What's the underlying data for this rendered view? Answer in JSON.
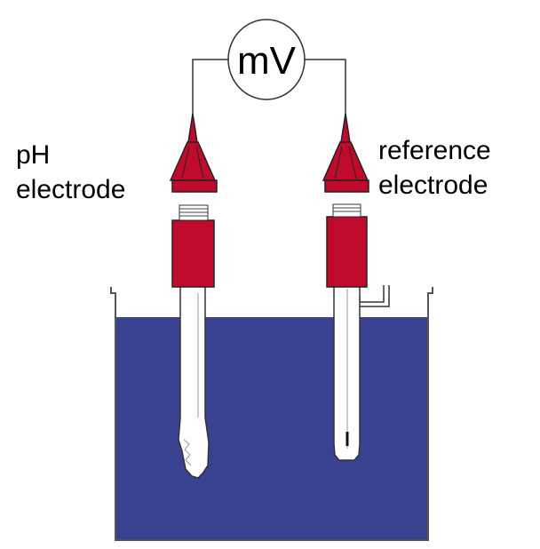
{
  "meter": {
    "label": "mV"
  },
  "left_electrode": {
    "label_line1": "pH",
    "label_line2": "electrode"
  },
  "right_electrode": {
    "label_line1": "reference",
    "label_line2": "electrode"
  },
  "colors": {
    "solution": "#394290",
    "cap_red": "#c00a2c",
    "wire": "#333333",
    "outline": "#222222"
  }
}
